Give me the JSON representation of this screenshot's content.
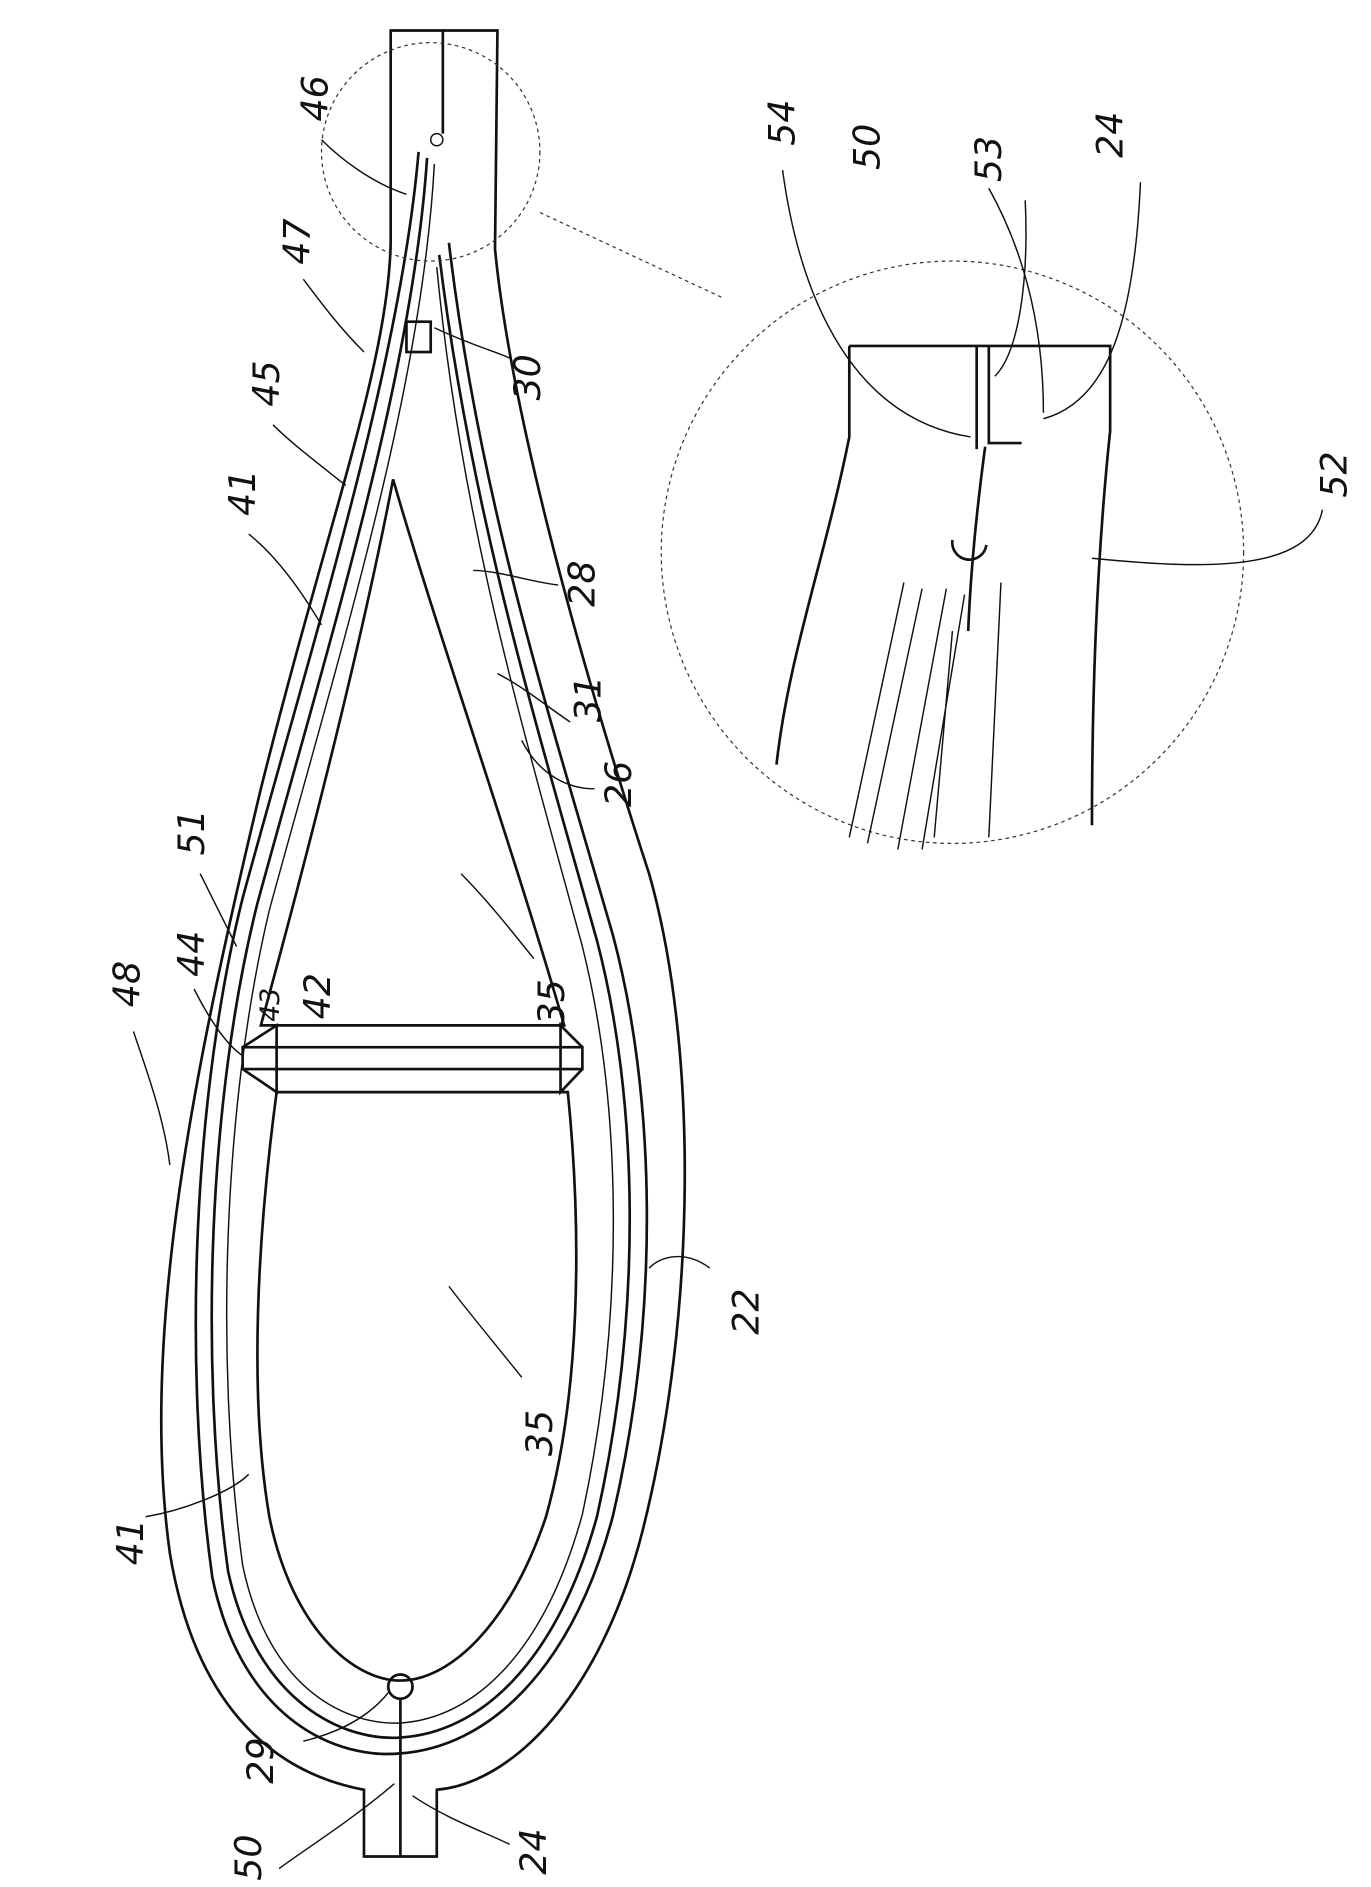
{
  "figure": {
    "labels": {
      "l48": "48",
      "l44": "44",
      "l51": "51",
      "l43": "43",
      "l42": "42",
      "l41a": "41",
      "l41b": "41",
      "l45": "45",
      "l47": "47",
      "l46": "46",
      "l30": "30",
      "l28": "28",
      "l31": "31",
      "l26": "26",
      "l35a": "35",
      "l35b": "35",
      "l22": "22",
      "l29": "29",
      "l50": "50",
      "l24": "24",
      "d54": "54",
      "d50": "50",
      "d53": "53",
      "d24": "24",
      "d52": "52"
    }
  }
}
